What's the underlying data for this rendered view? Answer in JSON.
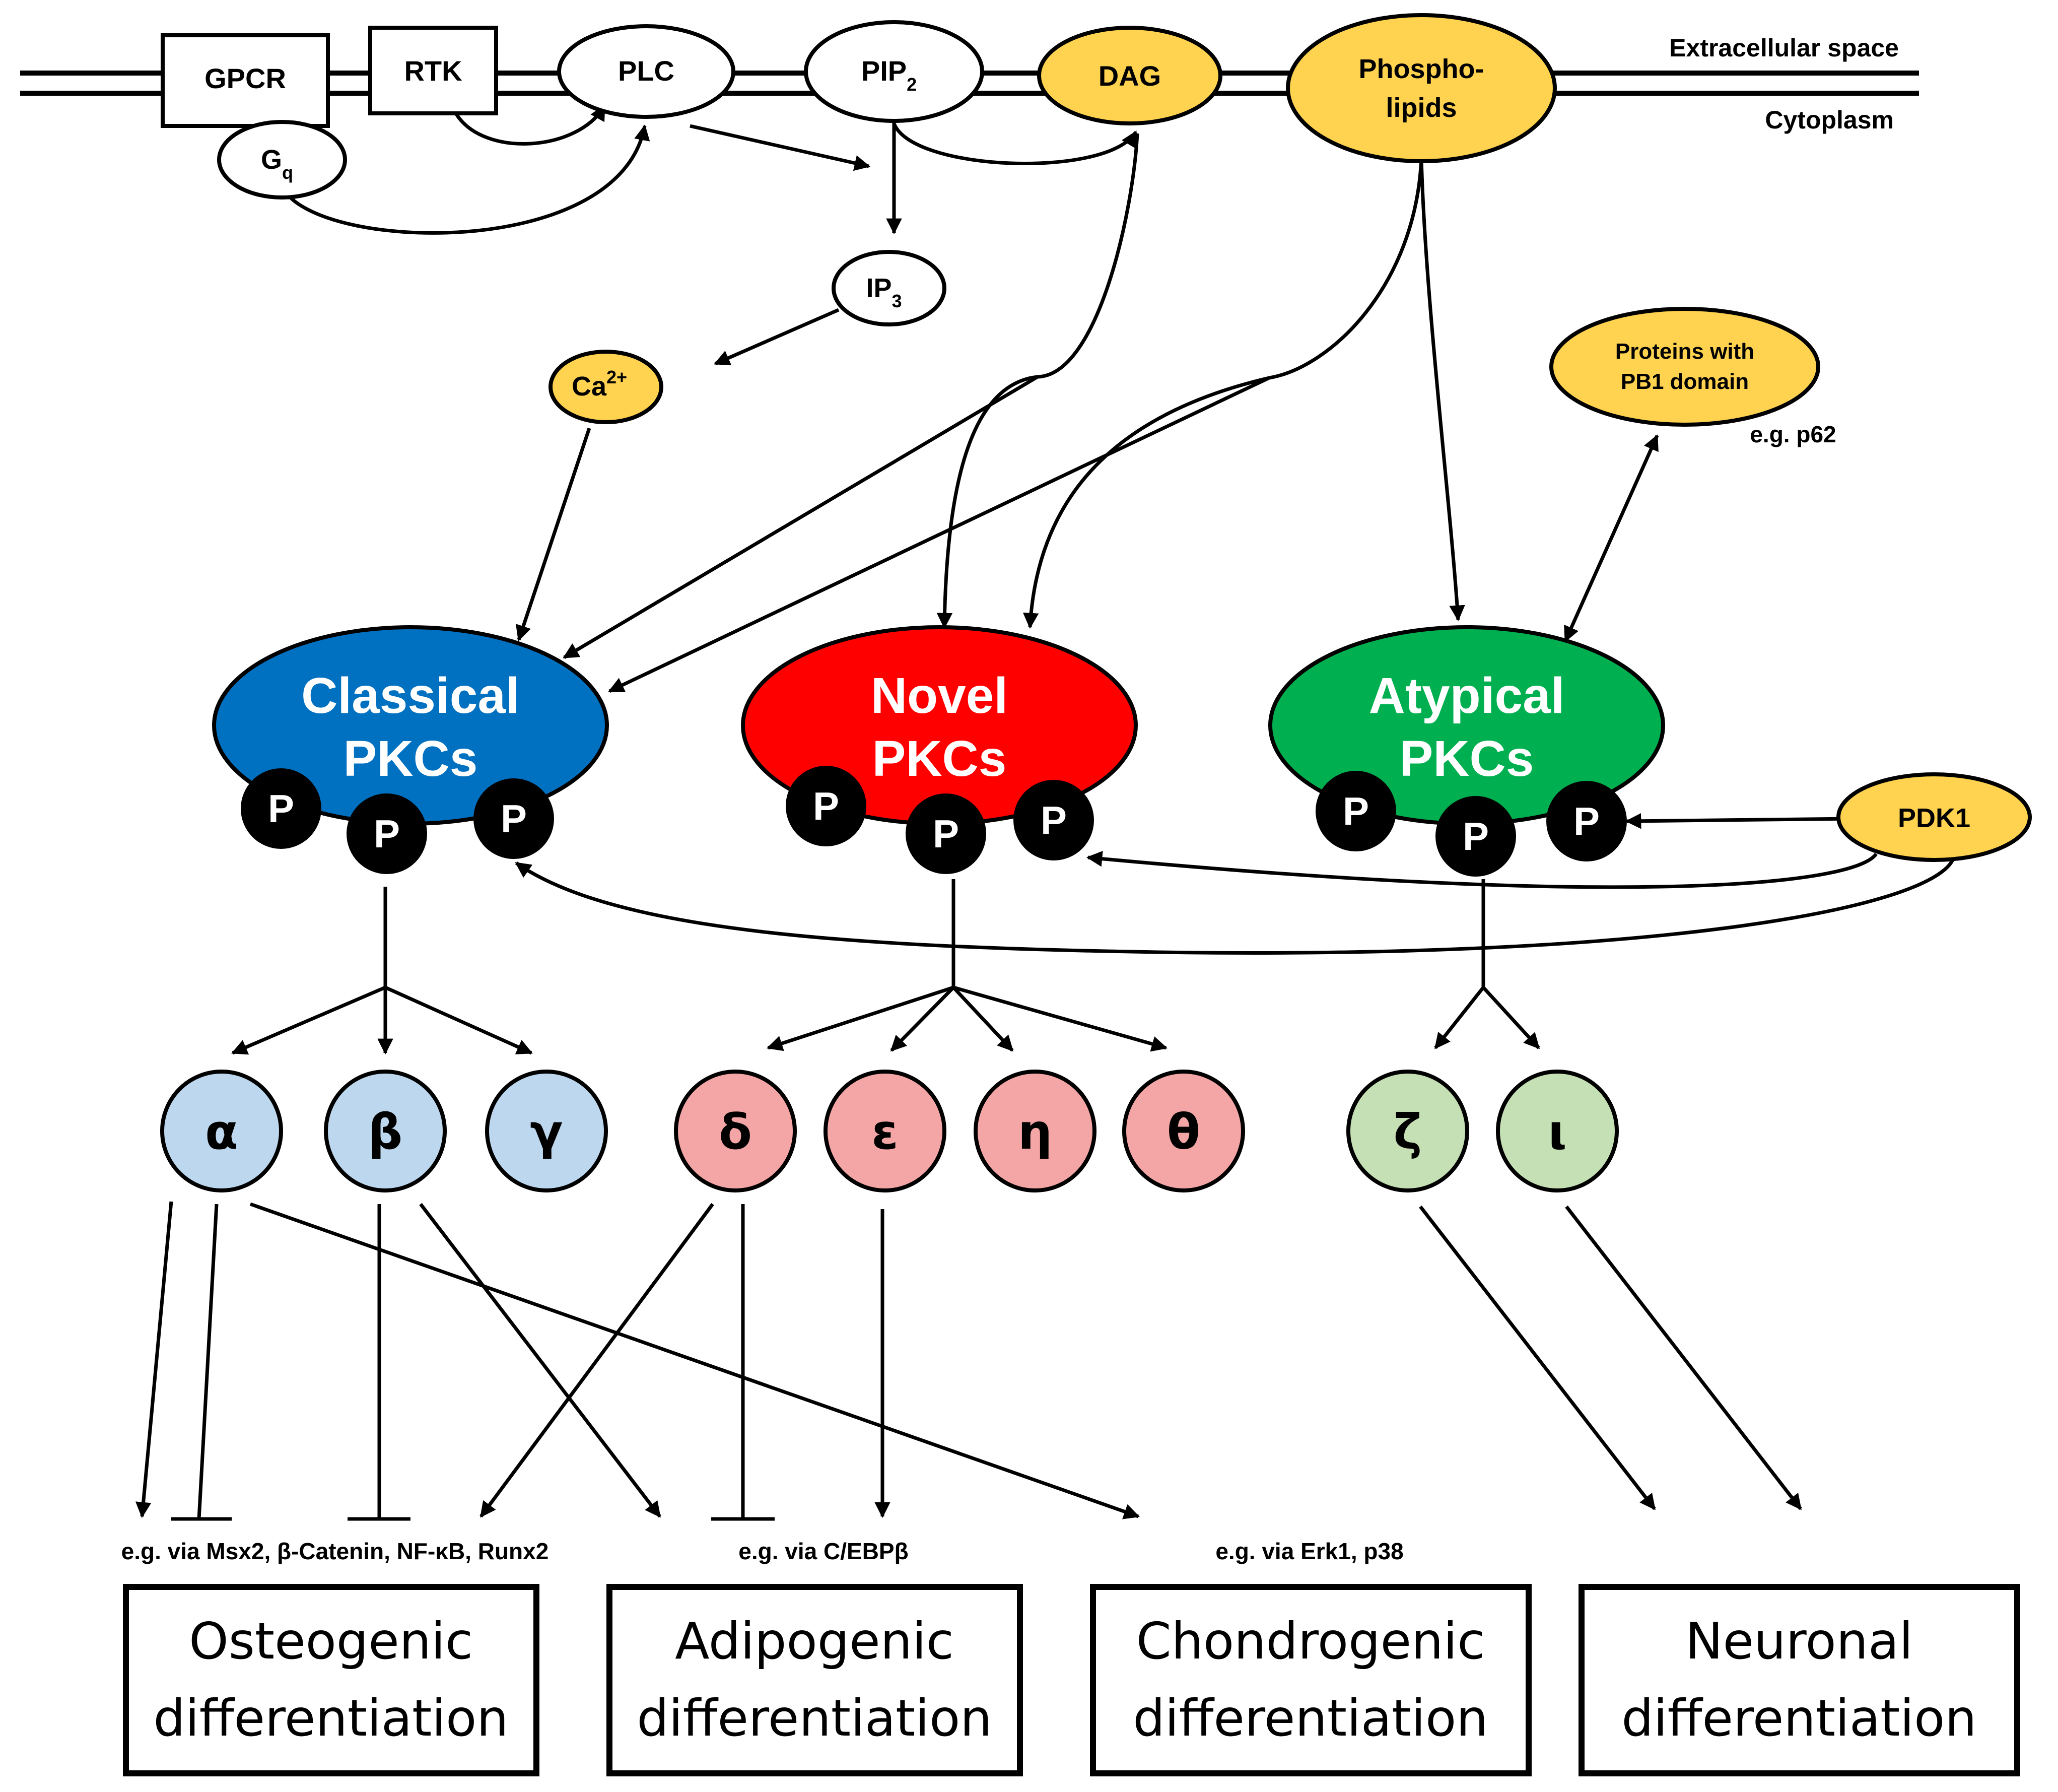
{
  "membrane": {
    "extracellular_label": "Extracellular space",
    "cytoplasm_label": "Cytoplasm"
  },
  "receptors": {
    "gpcr": "GPCR",
    "rtk": "RTK",
    "gq": "G",
    "gq_sub": "q",
    "plc": "PLC",
    "pip2": "PIP",
    "pip2_sub": "2",
    "dag": "DAG",
    "phospholipids_line1": "Phospho-",
    "phospholipids_line2": "lipids"
  },
  "second_messengers": {
    "ip3": "IP",
    "ip3_sub": "3",
    "ca": "Ca",
    "ca_sup": "2+"
  },
  "pb1": {
    "line1": "Proteins with",
    "line2": "PB1 domain",
    "example": "e.g. p62"
  },
  "pdk1": "PDK1",
  "phospho_label": "P",
  "pkc_groups": [
    {
      "line1": "Classical",
      "line2": "PKCs",
      "color": "#0070C0"
    },
    {
      "line1": "Novel",
      "line2": "PKCs",
      "color": "#FF0000"
    },
    {
      "line1": "Atypical",
      "line2": "PKCs",
      "color": "#00B050"
    }
  ],
  "isoforms": {
    "classical": [
      "α",
      "β",
      "γ"
    ],
    "novel": [
      "δ",
      "ε",
      "η",
      "θ"
    ],
    "atypical": [
      "ζ",
      "ι"
    ],
    "colors": {
      "classical": "#BDD7EE",
      "novel": "#F4A6A6",
      "atypical": "#C5E0B4"
    }
  },
  "mediators": {
    "osteogenic": "e.g. via Msx2, β-Catenin, NF-κB, Runx2",
    "adipogenic": "e.g. via C/EBPβ",
    "chondrogenic": "e.g. via Erk1, p38"
  },
  "outcomes": [
    {
      "line1": "Osteogenic",
      "line2": "differentiation"
    },
    {
      "line1": "Adipogenic",
      "line2": "differentiation"
    },
    {
      "line1": "Chondrogenic",
      "line2": "differentiation"
    },
    {
      "line1": "Neuronal",
      "line2": "differentiation"
    }
  ],
  "colors": {
    "lipid_yellow": "#FFD34F",
    "phospho_black": "#000000"
  }
}
